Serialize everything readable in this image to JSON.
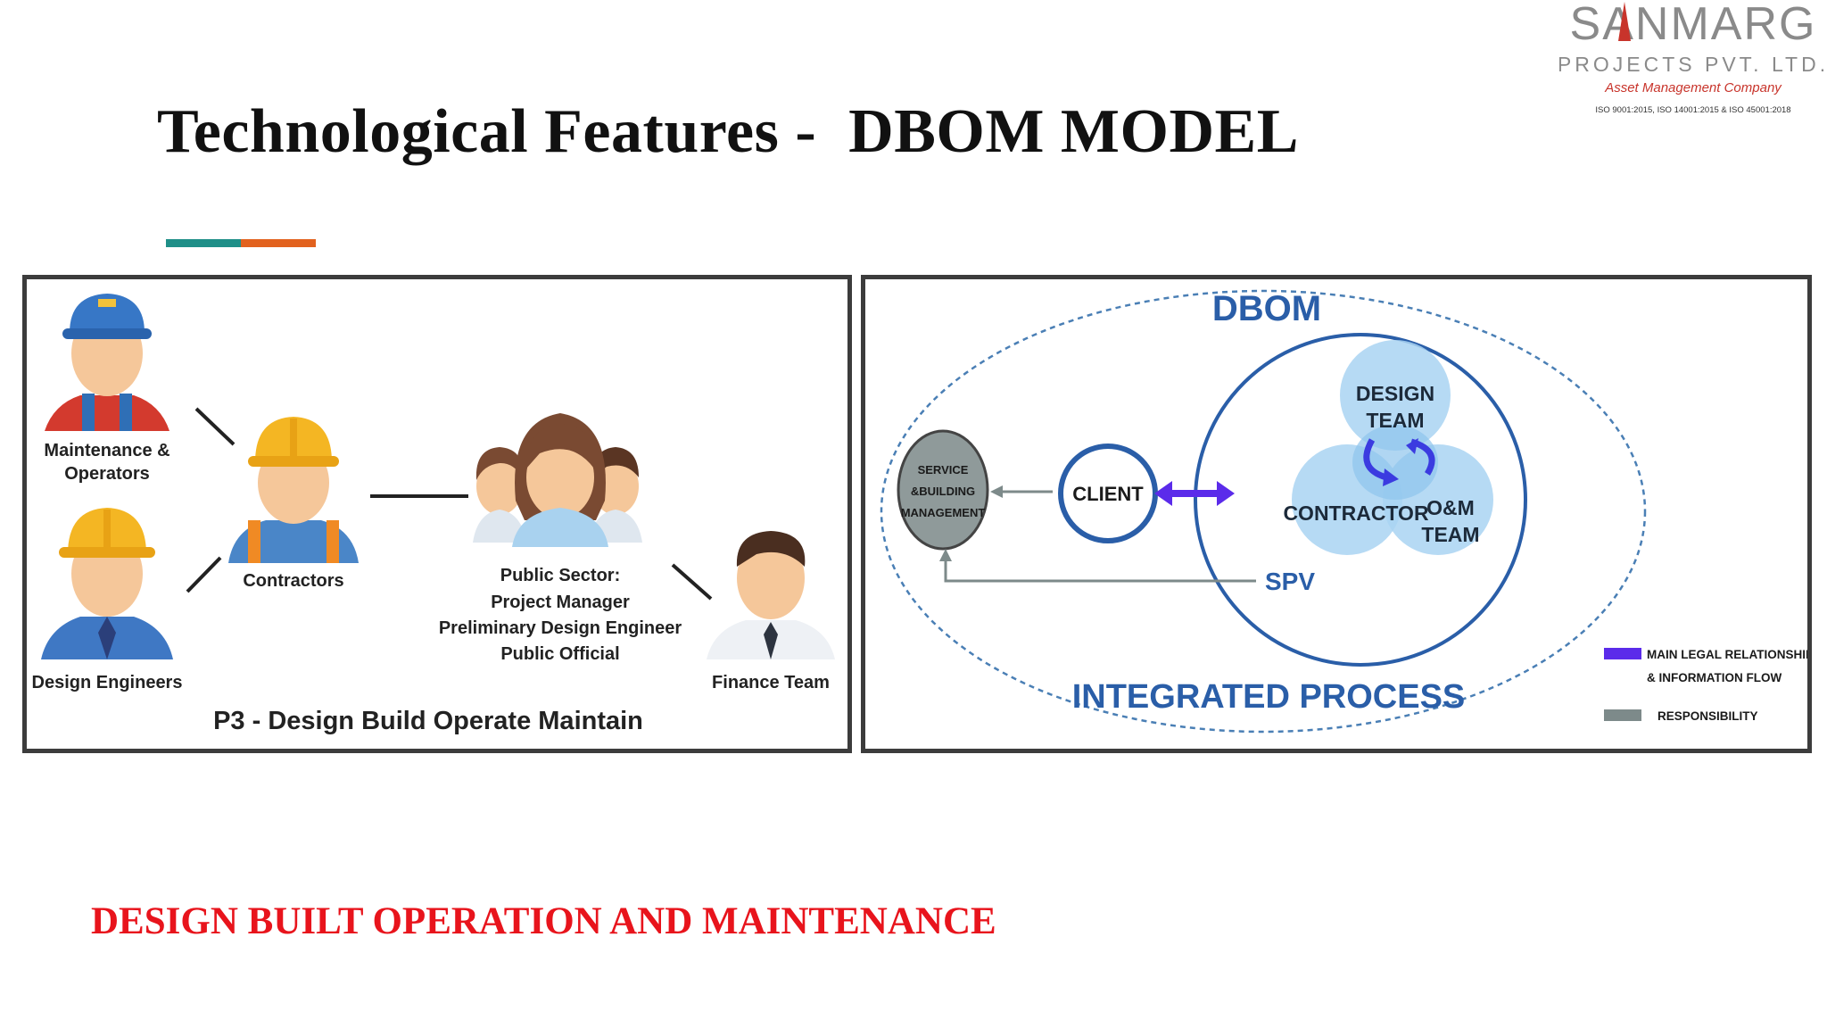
{
  "slide": {
    "title": "Technological Features -  DBOM MODEL",
    "footer": "DESIGN BUILT OPERATION AND MAINTENANCE"
  },
  "logo": {
    "name": "SANMARG",
    "subtitle": "PROJECTS PVT. LTD.",
    "tagline": "Asset Management Company",
    "certifications": "ISO 9001:2015, ISO 14001:2015 & ISO 45001:2018"
  },
  "left_diagram": {
    "maintenance_line1": "Maintenance &",
    "maintenance_line2": "Operators",
    "design_engineers": "Design Engineers",
    "contractors": "Contractors",
    "public_sector_line1": "Public Sector:",
    "public_sector_line2": "Project Manager",
    "public_sector_line3": "Preliminary Design Engineer",
    "public_sector_line4": "Public Official",
    "finance_team": "Finance Team",
    "caption": "P3 - Design Build Operate Maintain"
  },
  "right_diagram": {
    "title": "DBOM",
    "service_line1": "SERVICE",
    "service_line2": "&BUILDING",
    "service_line3": "MANAGEMENT",
    "client": "CLIENT",
    "design_team_line1": "DESIGN",
    "design_team_line2": "TEAM",
    "contractor": "CONTRACTOR",
    "om_team_line1": "O&M",
    "om_team_line2": "TEAM",
    "spv": "SPV",
    "integrated_process": "INTEGRATED PROCESS",
    "legend_main_line1": "MAIN LEGAL RELATIONSHIP",
    "legend_main_line2": "& INFORMATION FLOW",
    "legend_responsibility": "RESPONSIBILITY"
  },
  "colors": {
    "accent_teal": "#1f8f88",
    "accent_orange": "#e2621e",
    "footer_red": "#e8141c",
    "dbom_blue": "#2a5ea8",
    "legend_purple": "#5b2bea",
    "legend_gray": "#7d8a8a"
  }
}
